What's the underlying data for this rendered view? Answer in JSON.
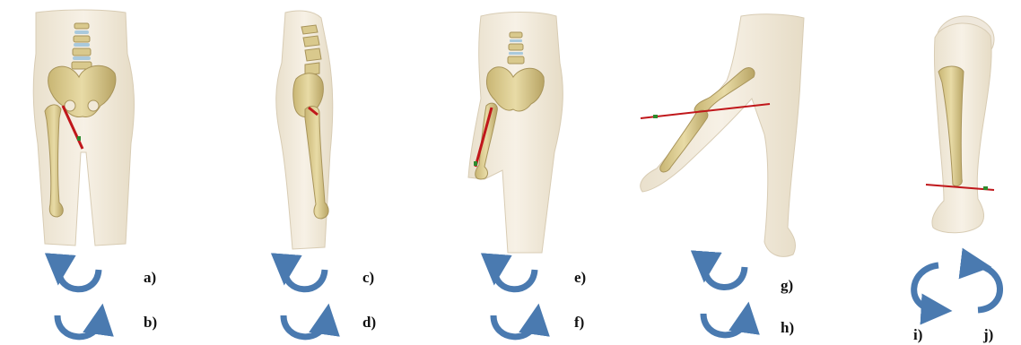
{
  "labels": {
    "a": "a)",
    "b": "b)",
    "c": "c)",
    "d": "d)",
    "e": "e)",
    "f": "f)",
    "g": "g)",
    "h": "h)",
    "i": "i)",
    "j": "j)"
  },
  "colors": {
    "skin": "#f1e9d8",
    "skin_edge": "#d8ccb4",
    "bone": "#d9c98d",
    "bone_edge": "#a8945a",
    "spine_disc": "#a9c9dc",
    "axis_red": "#c0171b",
    "axis_green": "#2d8a2d",
    "arrow_blue": "#4a7ab0",
    "arrow_dark": "#35608f"
  },
  "panels": [
    {
      "id": "hip-front",
      "icon": "pelvis-front-view"
    },
    {
      "id": "hip-side",
      "icon": "pelvis-side-view"
    },
    {
      "id": "hip-oblique",
      "icon": "pelvis-oblique-view"
    },
    {
      "id": "knee",
      "icon": "leg-knee-flexion-view"
    },
    {
      "id": "ankle",
      "icon": "lower-leg-ankle-view"
    }
  ]
}
